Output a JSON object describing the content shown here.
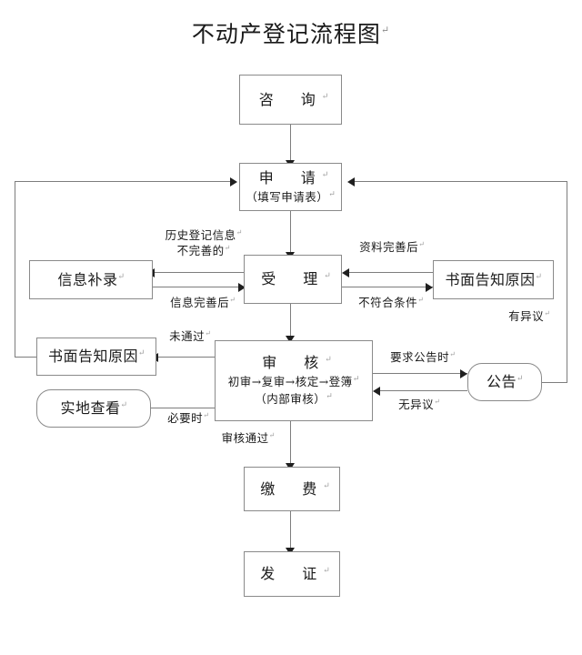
{
  "page": {
    "title": "不动产登记流程图",
    "cr_mark": "↵",
    "line_color": "#7d7d7d",
    "arrow_color": "#1f1f1f",
    "box_border_color": "#8a8a8a",
    "background": "#ffffff",
    "text_color": "#1a1a1a"
  },
  "nodes": [
    {
      "id": "consult",
      "main": "咨　询",
      "sub": "",
      "shape": "rect"
    },
    {
      "id": "apply",
      "main": "申　请",
      "sub": "（填写申请表）",
      "shape": "rect"
    },
    {
      "id": "accept",
      "main": "受　理",
      "sub": "",
      "shape": "rect"
    },
    {
      "id": "supplement",
      "main": "信息补录",
      "sub": "",
      "shape": "rect"
    },
    {
      "id": "notify_right",
      "main": "书面告知原因",
      "sub": "",
      "shape": "rect"
    },
    {
      "id": "review",
      "main": "审　核",
      "sub": "初审→复审→核定→登簿",
      "sub2": "（内部审核）",
      "shape": "rect"
    },
    {
      "id": "notify_left",
      "main": "书面告知原因",
      "sub": "",
      "shape": "rect"
    },
    {
      "id": "site_visit",
      "main": "实地查看",
      "sub": "",
      "shape": "rounded"
    },
    {
      "id": "announce",
      "main": "公告",
      "sub": "",
      "shape": "rounded"
    },
    {
      "id": "payment",
      "main": "缴　费",
      "sub": "",
      "shape": "rect"
    },
    {
      "id": "issue",
      "main": "发　证",
      "sub": "",
      "shape": "rect"
    }
  ],
  "edge_labels": {
    "history_incomplete_l1": "历史登记信息",
    "history_incomplete_l2": "不完善的",
    "info_completed": "信息完善后",
    "docs_completed": "资料完善后",
    "not_qualified": "不符合条件",
    "has_objection": "有异议",
    "not_passed": "未通过",
    "when_needed": "必要时",
    "when_announce_required": "要求公告时",
    "no_objection": "无异议",
    "review_passed": "审核通过"
  }
}
